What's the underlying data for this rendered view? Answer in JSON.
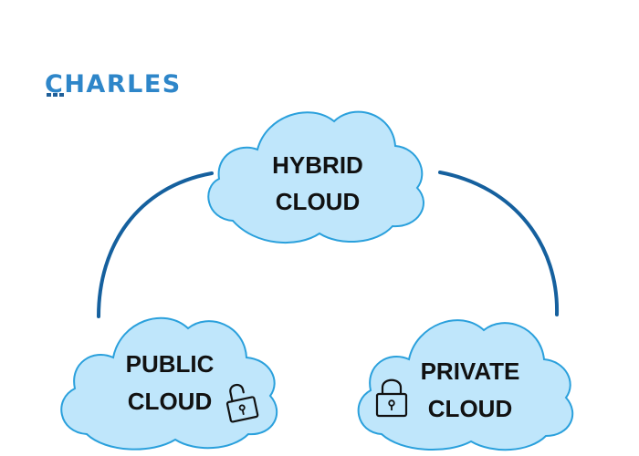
{
  "brand": {
    "logo_initial": "C",
    "logo_rest": "HARLES",
    "logo_color": "#2e86c9",
    "logo_accent": "#1f5f99"
  },
  "colors": {
    "cloud_fill": "#bfe6fb",
    "cloud_stroke": "#2aa0dc",
    "connector": "#15609e",
    "text": "#111111"
  },
  "nodes": {
    "hybrid": {
      "line1": "HYBRID",
      "line2": "CLOUD"
    },
    "public": {
      "line1": "PUBLIC",
      "line2": "CLOUD",
      "icon": "unlocked-padlock-icon"
    },
    "private": {
      "line1": "PRIVATE",
      "line2": "CLOUD",
      "icon": "locked-padlock-icon"
    }
  }
}
